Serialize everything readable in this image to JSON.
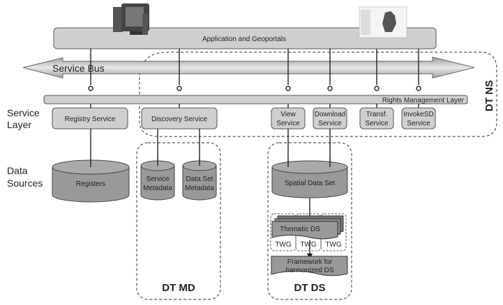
{
  "diagram": {
    "app_bar_label": "Application and Geoportals",
    "service_bus_label": "Service Bus",
    "rights_layer_label": "Rights Management Layer",
    "row_labels": {
      "service_layer": [
        "Service",
        "Layer"
      ],
      "data_sources": [
        "Data",
        "Sources"
      ]
    },
    "services": {
      "registry": "Registry Service",
      "discovery": "Discovery Service",
      "view": [
        "View",
        "Service"
      ],
      "download": [
        "Download",
        "Service"
      ],
      "transf": [
        "Transf.",
        "Service"
      ],
      "invoke": [
        "InvokeSD",
        "Service"
      ]
    },
    "stores": {
      "registers": "Registers",
      "service_metadata": [
        "Service",
        "Metadata"
      ],
      "dataset_metadata": [
        "Data Set",
        "Metadata"
      ],
      "spatial_data_set": "Spatial Data Set"
    },
    "thematic_ds": "Thematic DS",
    "twg": [
      "TWG",
      "TWG",
      "TWG"
    ],
    "framework": [
      "Framework for",
      "harmonized DS"
    ],
    "groups": {
      "ns": "DT NS",
      "md": "DT MD",
      "ds": "DT DS"
    },
    "icons": [
      "computer-icon",
      "geoportal-map-icon"
    ]
  }
}
